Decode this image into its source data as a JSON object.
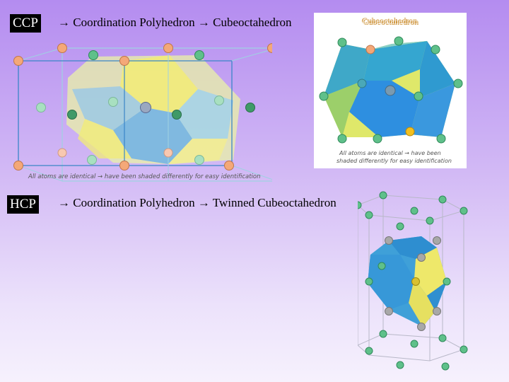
{
  "ccp": {
    "label": "CCP",
    "heading": "→ Coordination Polyhedron → Cubeoctahedron",
    "figure_caption": "All atoms are identical → have been shaded differently for easy identification",
    "inset_title": "Cubeoctahedron",
    "inset_caption_1": "All atoms are identical → have been",
    "inset_caption_2": "shaded differently for easy identification"
  },
  "hcp": {
    "label": "HCP",
    "heading": "→ Coordination Polyhedron → Twinned Cubeoctahedron"
  },
  "colors": {
    "orange_atom": "#f4a878",
    "green_atom": "#5fc08a",
    "grey_atom": "#a8a8a8",
    "blue_face": "#3c8fe0",
    "yellow_face": "#f2ee78"
  }
}
